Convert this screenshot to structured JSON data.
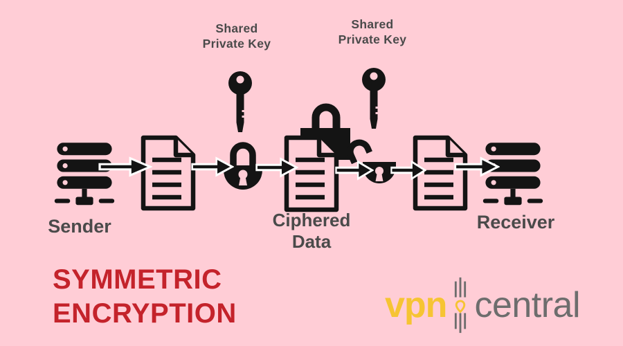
{
  "colors": {
    "background": "#ffcdd6",
    "icon": "#141414",
    "label": "#4a4a4a",
    "title_red": "#c4232b",
    "logo_yellow": "#f6c433",
    "logo_gray": "#6d6d6d",
    "arrow_outline": "#ffffff"
  },
  "keys": [
    {
      "label": "Shared Private Key"
    },
    {
      "label": "Shared Private Key"
    }
  ],
  "flow": {
    "sender_label": "Sender",
    "ciphered_label": "Ciphered Data",
    "receiver_label": "Receiver",
    "icons": [
      "server-sender",
      "document-plain",
      "padlock-closed",
      "document-ciphered-with-padlock",
      "padlock-open",
      "document-plain",
      "server-receiver"
    ]
  },
  "title": {
    "line1": "SYMMETRIC",
    "line2": "ENCRYPTION"
  },
  "logo": {
    "vpn": "vpn",
    "central": "central"
  }
}
